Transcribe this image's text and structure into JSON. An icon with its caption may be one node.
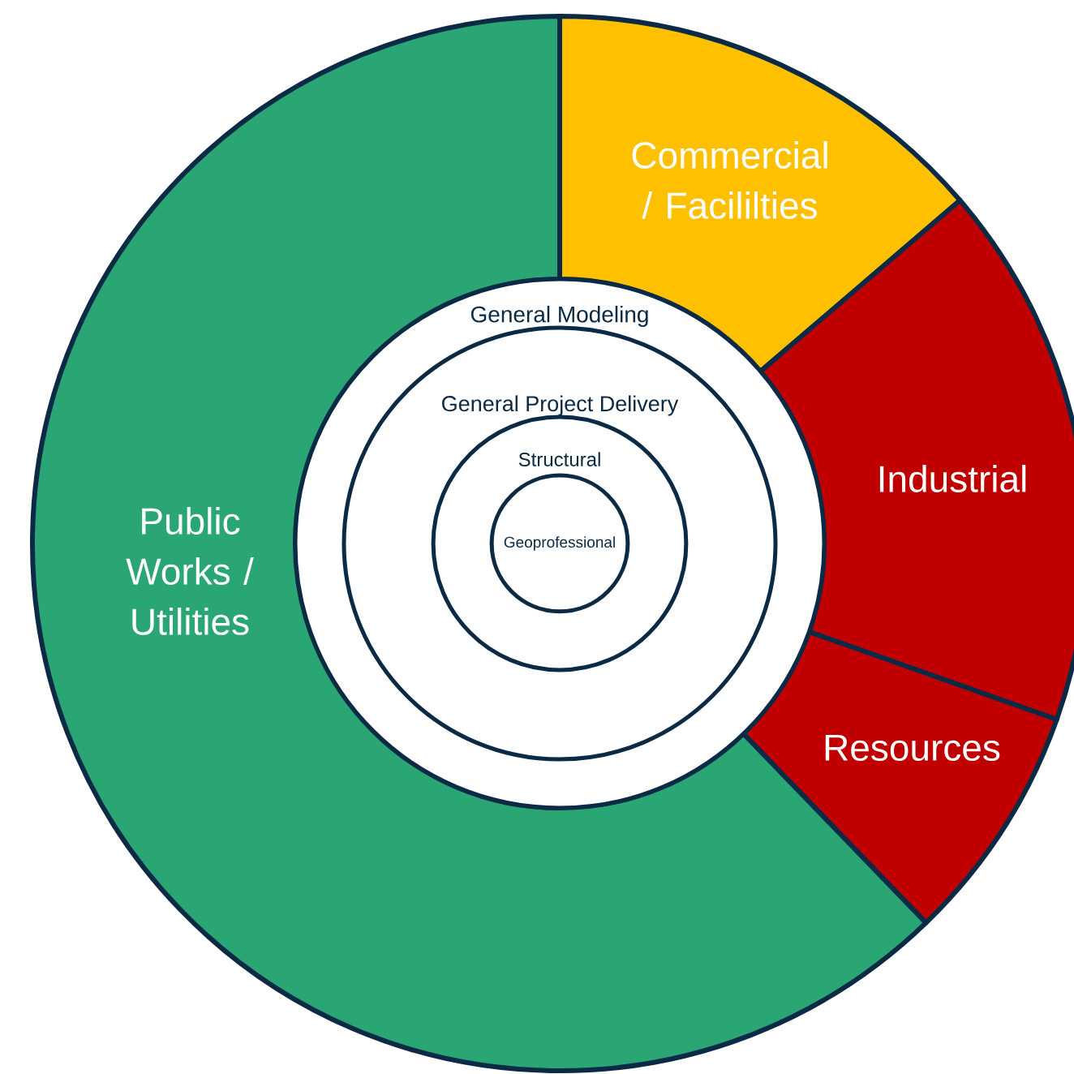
{
  "diagram": {
    "nodes": [
      {
        "text": [
          "Commercial / Facililties"
        ]
      },
      {
        "text": [
          "Industrial"
        ]
      },
      {
        "text": [
          "Resources"
        ]
      },
      {
        "text": [
          "Public Works / Utilities"
        ]
      },
      {
        "text": [
          "General Modeling"
        ]
      },
      {
        "text": [
          "General Project Delivery"
        ],
        "in": 4
      },
      {
        "text": [
          "Structural"
        ],
        "in": 5
      },
      {
        "text": [
          "Geoprofessional"
        ],
        "in": 6
      }
    ]
  }
}
